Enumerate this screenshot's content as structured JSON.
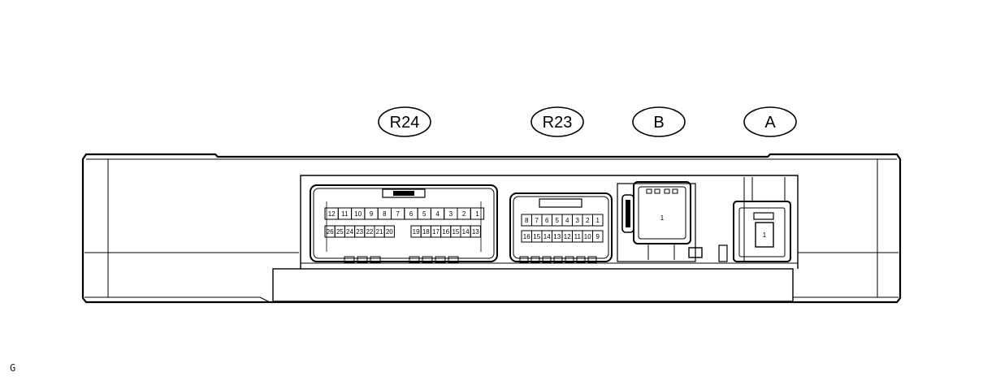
{
  "labels": {
    "r24": "R24",
    "r23": "R23",
    "b": "B",
    "a": "A"
  },
  "connector_r24": {
    "top_row": [
      "12",
      "11",
      "10",
      "9",
      "8",
      "7",
      "6",
      "5",
      "4",
      "3",
      "2",
      "1"
    ],
    "bottom_left": [
      "26",
      "25",
      "24",
      "23",
      "22",
      "21",
      "20"
    ],
    "bottom_right": [
      "19",
      "18",
      "17",
      "16",
      "15",
      "14",
      "13"
    ]
  },
  "connector_r23": {
    "top_row": [
      "8",
      "7",
      "6",
      "5",
      "4",
      "3",
      "2",
      "1"
    ],
    "bottom_row": [
      "16",
      "15",
      "14",
      "13",
      "12",
      "11",
      "10",
      "9"
    ]
  },
  "connector_b": {
    "pin": "1"
  },
  "connector_a": {
    "pin": "1"
  },
  "footer_code": "G"
}
